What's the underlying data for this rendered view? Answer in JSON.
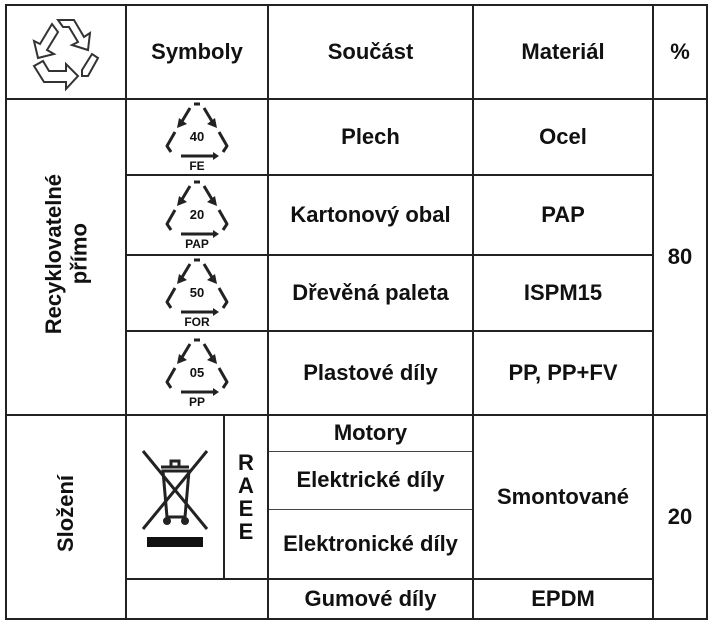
{
  "header": {
    "logo_icon": "recycle-icon",
    "symbols": "Symboly",
    "part": "Součást",
    "material": "Materiál",
    "percent": "%"
  },
  "group_recyclable": {
    "label_line1": "Recyklovatelné",
    "label_line2": "přímo",
    "percent": "80",
    "rows": [
      {
        "code": "40",
        "abbr": "FE",
        "part": "Plech",
        "material": "Ocel"
      },
      {
        "code": "20",
        "abbr": "PAP",
        "part": "Kartonový obal",
        "material": "PAP"
      },
      {
        "code": "50",
        "abbr": "FOR",
        "part": "Dřevěná paleta",
        "material": "ISPM15"
      },
      {
        "code": "05",
        "abbr": "PP",
        "part": "Plastové díly",
        "material": "PP, PP+FV"
      }
    ]
  },
  "group_composition": {
    "label": "Složení",
    "symbol_icon": "crossed-out-bin-icon",
    "raee": [
      "R",
      "A",
      "E",
      "E"
    ],
    "percent": "20",
    "assembled_material": "Smontované",
    "rows": [
      {
        "part": "Motory"
      },
      {
        "part": "Elektrické díly"
      },
      {
        "part": "Elektronické díly"
      }
    ],
    "rubber": {
      "part": "Gumové díly",
      "material": "EPDM"
    }
  }
}
